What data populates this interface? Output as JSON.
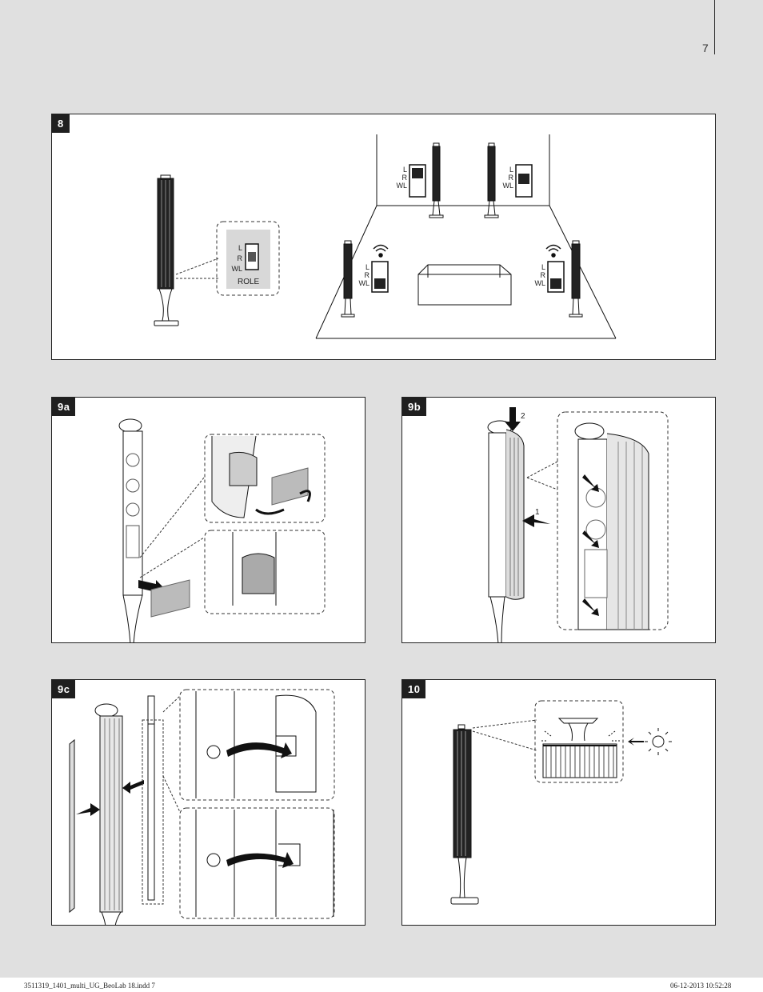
{
  "page_number": "7",
  "footer": {
    "file": "3511319_1401_multi_UG_BeoLab 18.indd   7",
    "timestamp": "06-12-2013   10:52:28"
  },
  "panels": {
    "p8": {
      "label": "8"
    },
    "p9a": {
      "label": "9a"
    },
    "p9b": {
      "label": "9b"
    },
    "p9c": {
      "label": "9c"
    },
    "p10": {
      "label": "10"
    }
  },
  "switch": {
    "l": "L",
    "r": "R",
    "wl": "WL",
    "role": "ROLE"
  },
  "steps": {
    "one": "1",
    "two": "2"
  }
}
